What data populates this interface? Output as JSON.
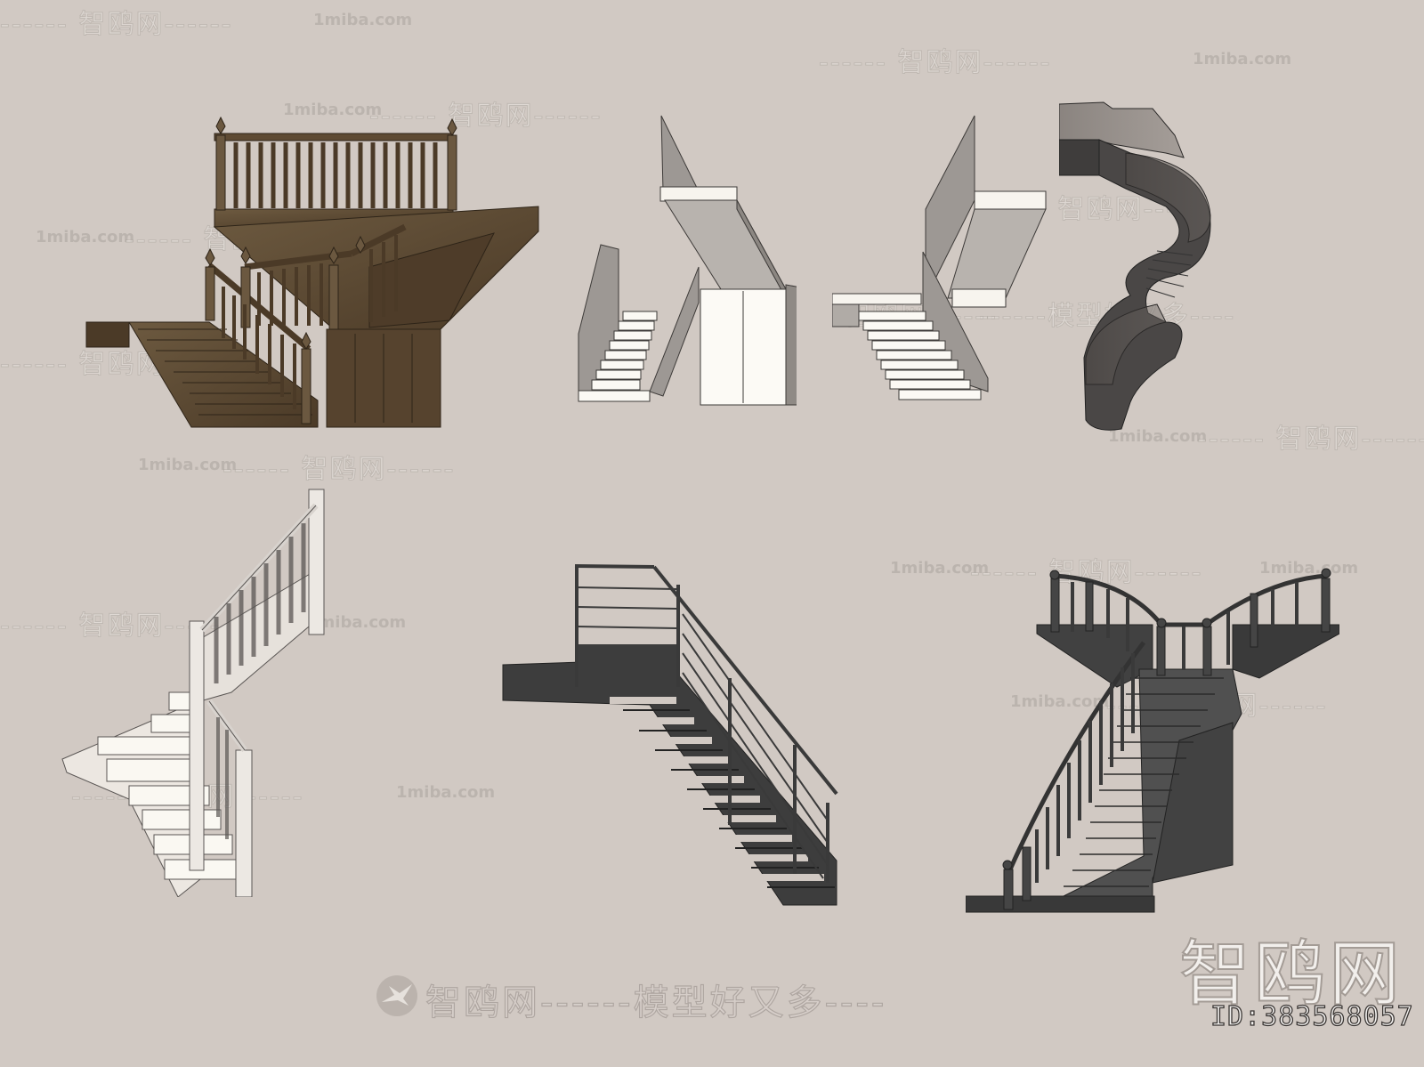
{
  "background_color": "#d1c9c3",
  "brand": {
    "name": "智鸥网",
    "id_label": "ID:383568057",
    "slogan_line": "智鸥网------模型好又多----",
    "logo_icon": "seagull-icon"
  },
  "watermarks": {
    "site": "1miba.com",
    "brand_dashed_left": "------ 智鸥网",
    "brand_dashed_right": "智鸥网------",
    "brand_dashed_both": "------ 智鸥网------",
    "slogan": "------模型好又多----"
  },
  "models": [
    {
      "name": "wooden-double-landing-staircase",
      "color": "#5e4a33",
      "style": "wood baluster"
    },
    {
      "name": "white-enclosed-switchback-staircase",
      "color": "#f7f4ee",
      "style": "white solid panel"
    },
    {
      "name": "white-open-l-shaped-staircase",
      "color": "#f7f4ee",
      "style": "white solid panel"
    },
    {
      "name": "dark-glass-spiral-staircase",
      "color": "#4a4746",
      "style": "glass balustrade spiral"
    },
    {
      "name": "white-winder-staircase",
      "color": "#ece7e1",
      "style": "white spindle"
    },
    {
      "name": "black-steel-open-riser-staircase",
      "color": "#3d3d3d",
      "style": "steel rod rail"
    },
    {
      "name": "dark-grand-y-staircase",
      "color": "#4d4d4d",
      "style": "dark baluster"
    }
  ]
}
